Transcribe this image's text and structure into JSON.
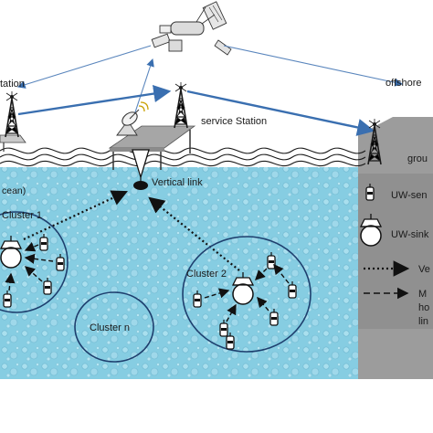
{
  "labels": {
    "station_left": "tation",
    "offshore": "offshore",
    "service_station": "service Station",
    "ground": "grou",
    "vertical_link": "Vertical link",
    "ocean": "cean)",
    "cluster_1": "Cluster 1",
    "cluster_2": "Cluster 2",
    "cluster_n": "Cluster n"
  },
  "legend": {
    "uw_sensor": "UW-sen",
    "uw_sink": "UW-sink",
    "vertical": "Ve",
    "multihop_line1": "M",
    "multihop_line2": "ho",
    "multihop_line3": "lin"
  },
  "colors": {
    "water": "#7cc8df",
    "water_light": "#a8dcec",
    "arrow_blue": "#3a6fb0",
    "cluster_ring": "#1e3f6e",
    "gray_block": "#9a9a9a",
    "legend_bg": "#8f8f8f"
  },
  "icons": [
    "satellite-icon",
    "radio-tower-icon",
    "satellite-dish-icon",
    "buoy-icon",
    "uw-sensor-icon",
    "uw-sink-icon"
  ]
}
